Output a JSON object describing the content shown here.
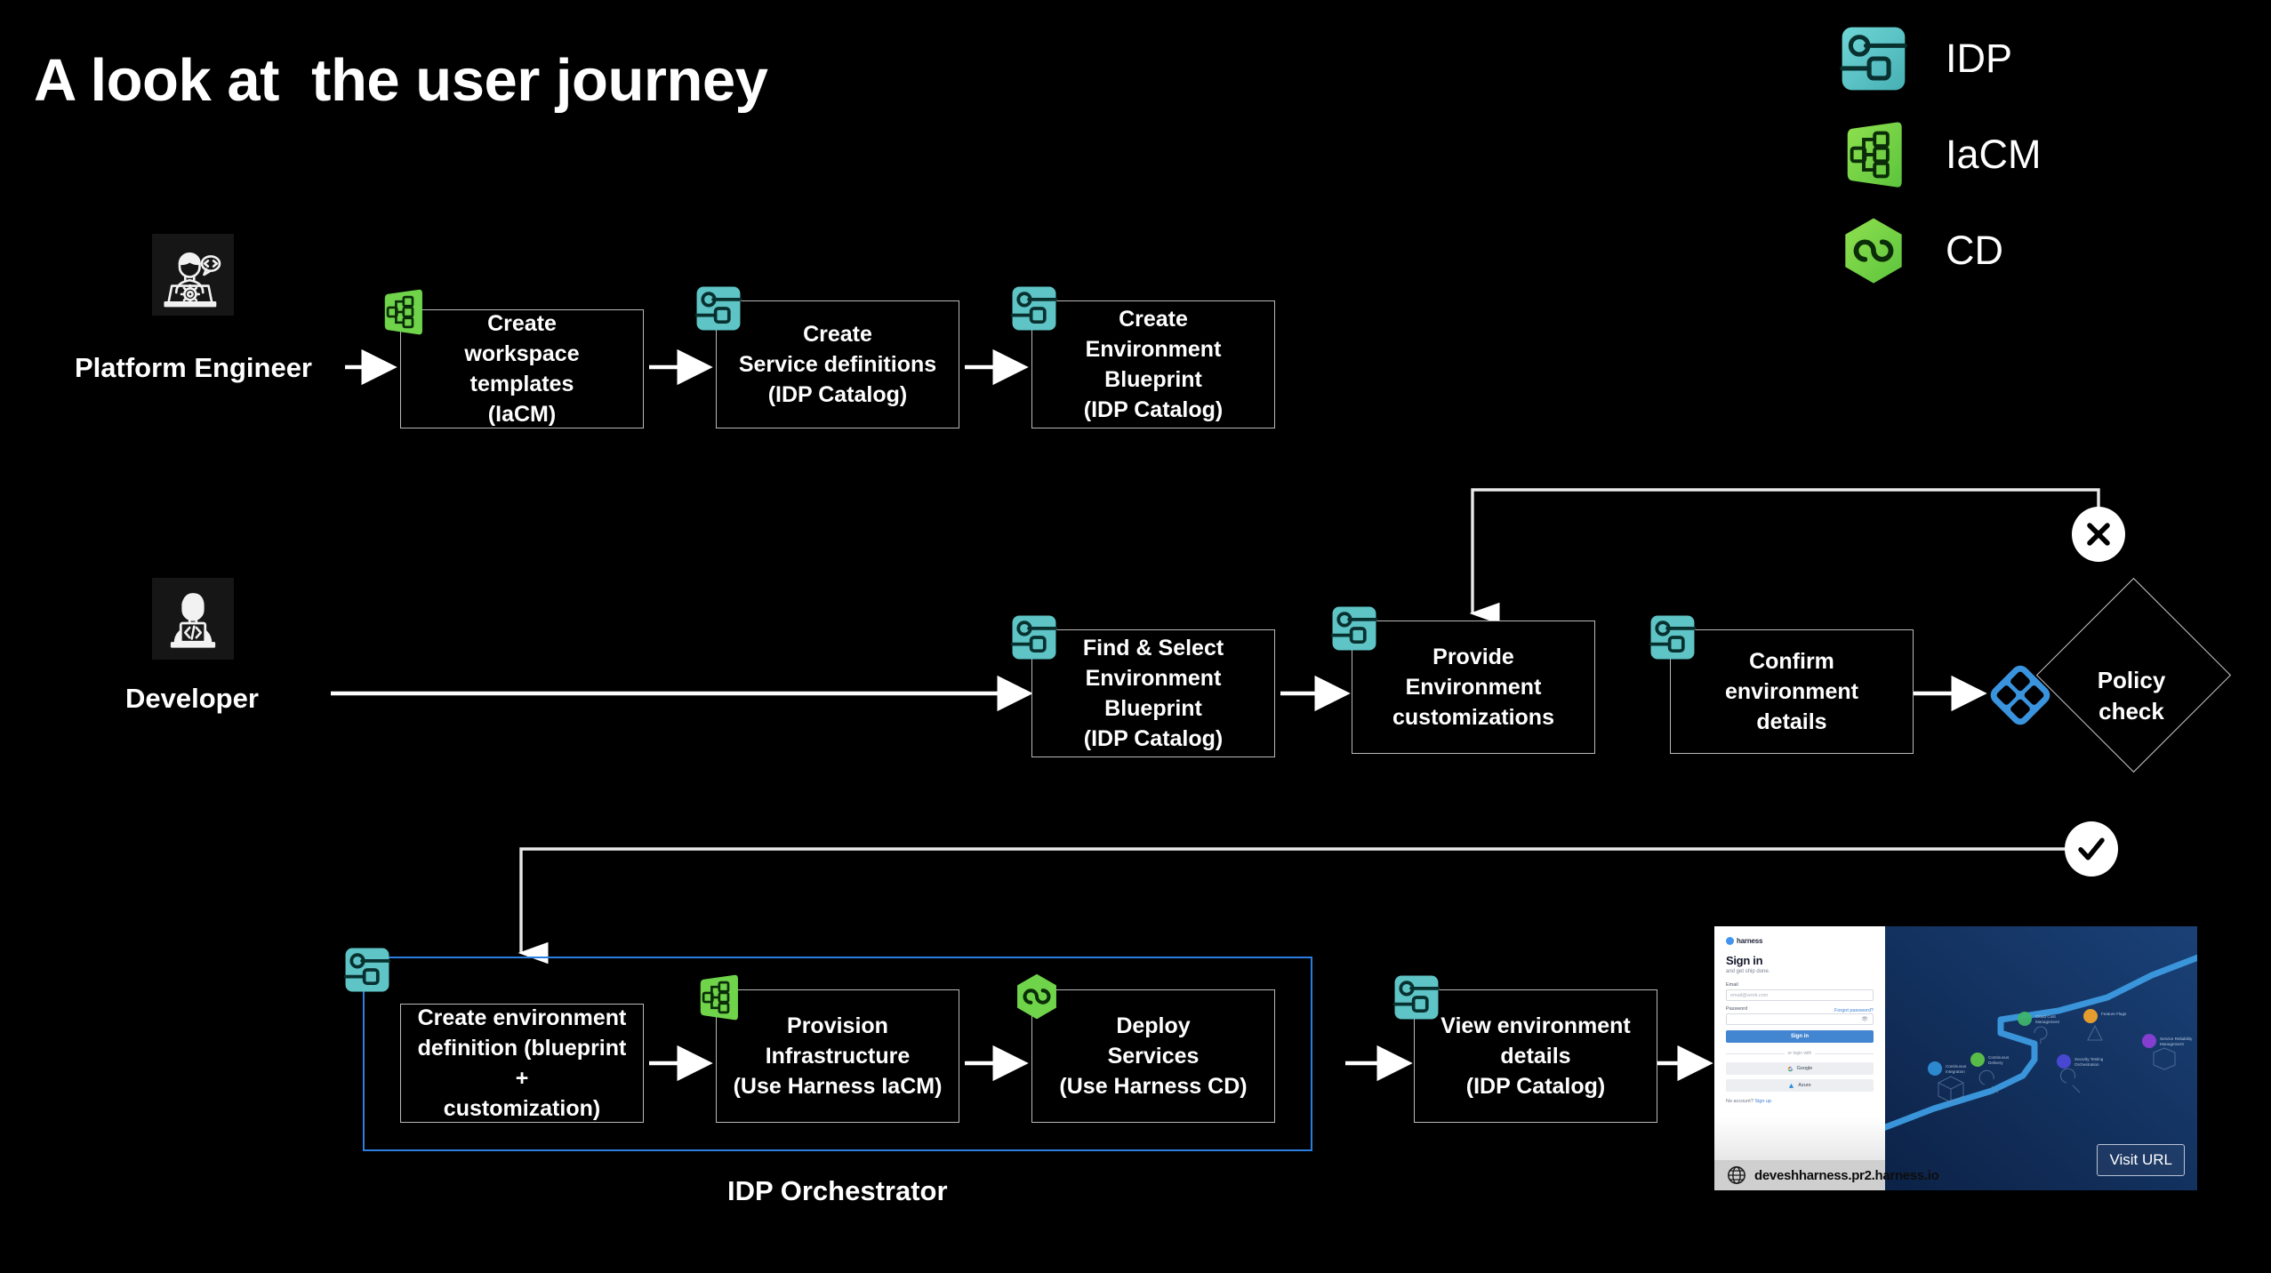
{
  "page_title": "A look at  the user journey",
  "background_color": "#000000",
  "legend": {
    "items": [
      {
        "icon": "idp-product-icon",
        "label": "IDP",
        "color": "#58c4c8"
      },
      {
        "icon": "iacm-product-icon",
        "label": "IaCM",
        "color": "#6fd44a"
      },
      {
        "icon": "cd-product-icon",
        "label": "CD",
        "color": "#6fd44a"
      }
    ]
  },
  "rows": {
    "platform_engineer": {
      "role_label": "Platform Engineer",
      "avatar_icon": "platform-engineer-avatar-icon",
      "steps": [
        {
          "badge": "iacm-product-icon",
          "text": "Create\nworkspace templates\n(IaCM)"
        },
        {
          "badge": "idp-product-icon",
          "text": "Create\nService definitions\n(IDP Catalog)"
        },
        {
          "badge": "idp-product-icon",
          "text": "Create\nEnvironment Blueprint\n(IDP Catalog)"
        }
      ]
    },
    "developer": {
      "role_label": "Developer",
      "avatar_icon": "developer-avatar-icon",
      "steps": [
        {
          "badge": "idp-product-icon",
          "text": "Find & Select\nEnvironment Blueprint\n(IDP Catalog)"
        },
        {
          "badge": "idp-product-icon",
          "text": "Provide\nEnvironment\ncustomizations"
        },
        {
          "badge": "idp-product-icon",
          "text": "Confirm environment\ndetails"
        }
      ],
      "decision": {
        "label": "Policy\ncheck",
        "icon": "policy-check-icon",
        "icon_color": "#3a93dd",
        "fail_marker": "fail-x-icon",
        "pass_marker": "pass-check-icon"
      }
    },
    "orchestrator": {
      "container_label": "IDP Orchestrator",
      "container_border_color": "#2b7ee0",
      "steps": [
        {
          "badge": "idp-product-icon",
          "text": "Create environment\ndefinition (blueprint +\ncustomization)"
        },
        {
          "badge": "iacm-product-icon",
          "text": "Provision\nInfrastructure\n(Use Harness IaCM)"
        },
        {
          "badge": "cd-product-icon",
          "text": "Deploy\nServices\n(Use Harness CD)"
        }
      ],
      "outside_step": {
        "badge": "idp-product-icon",
        "text": "View environment\ndetails\n(IDP Catalog)"
      }
    }
  },
  "thumbnail": {
    "brand": "harness",
    "heading": "Sign in",
    "subheading": "and get ship done.",
    "email_label": "Email",
    "email_placeholder": "email@work.com",
    "password_label": "Password",
    "password_value": "",
    "forgot_link": "Forgot password?",
    "submit_label": "Sign in",
    "divider_label": "or login with",
    "oauth": [
      {
        "provider": "google",
        "label": "Google",
        "icon": "google-icon"
      },
      {
        "provider": "azure",
        "label": "Azure",
        "icon": "azure-icon"
      }
    ],
    "footer_text": "No account?",
    "footer_link": "Sign up",
    "url": "deveshharness.pr2.harness.io",
    "url_icon": "globe-icon",
    "visit_button": "Visit URL",
    "panel_nodes": [
      "Cloud Cost Management",
      "Feature Flags",
      "Continuous Integration",
      "Continuous Delivery",
      "Security Testing Orchestration",
      "Service Reliability Management"
    ]
  }
}
